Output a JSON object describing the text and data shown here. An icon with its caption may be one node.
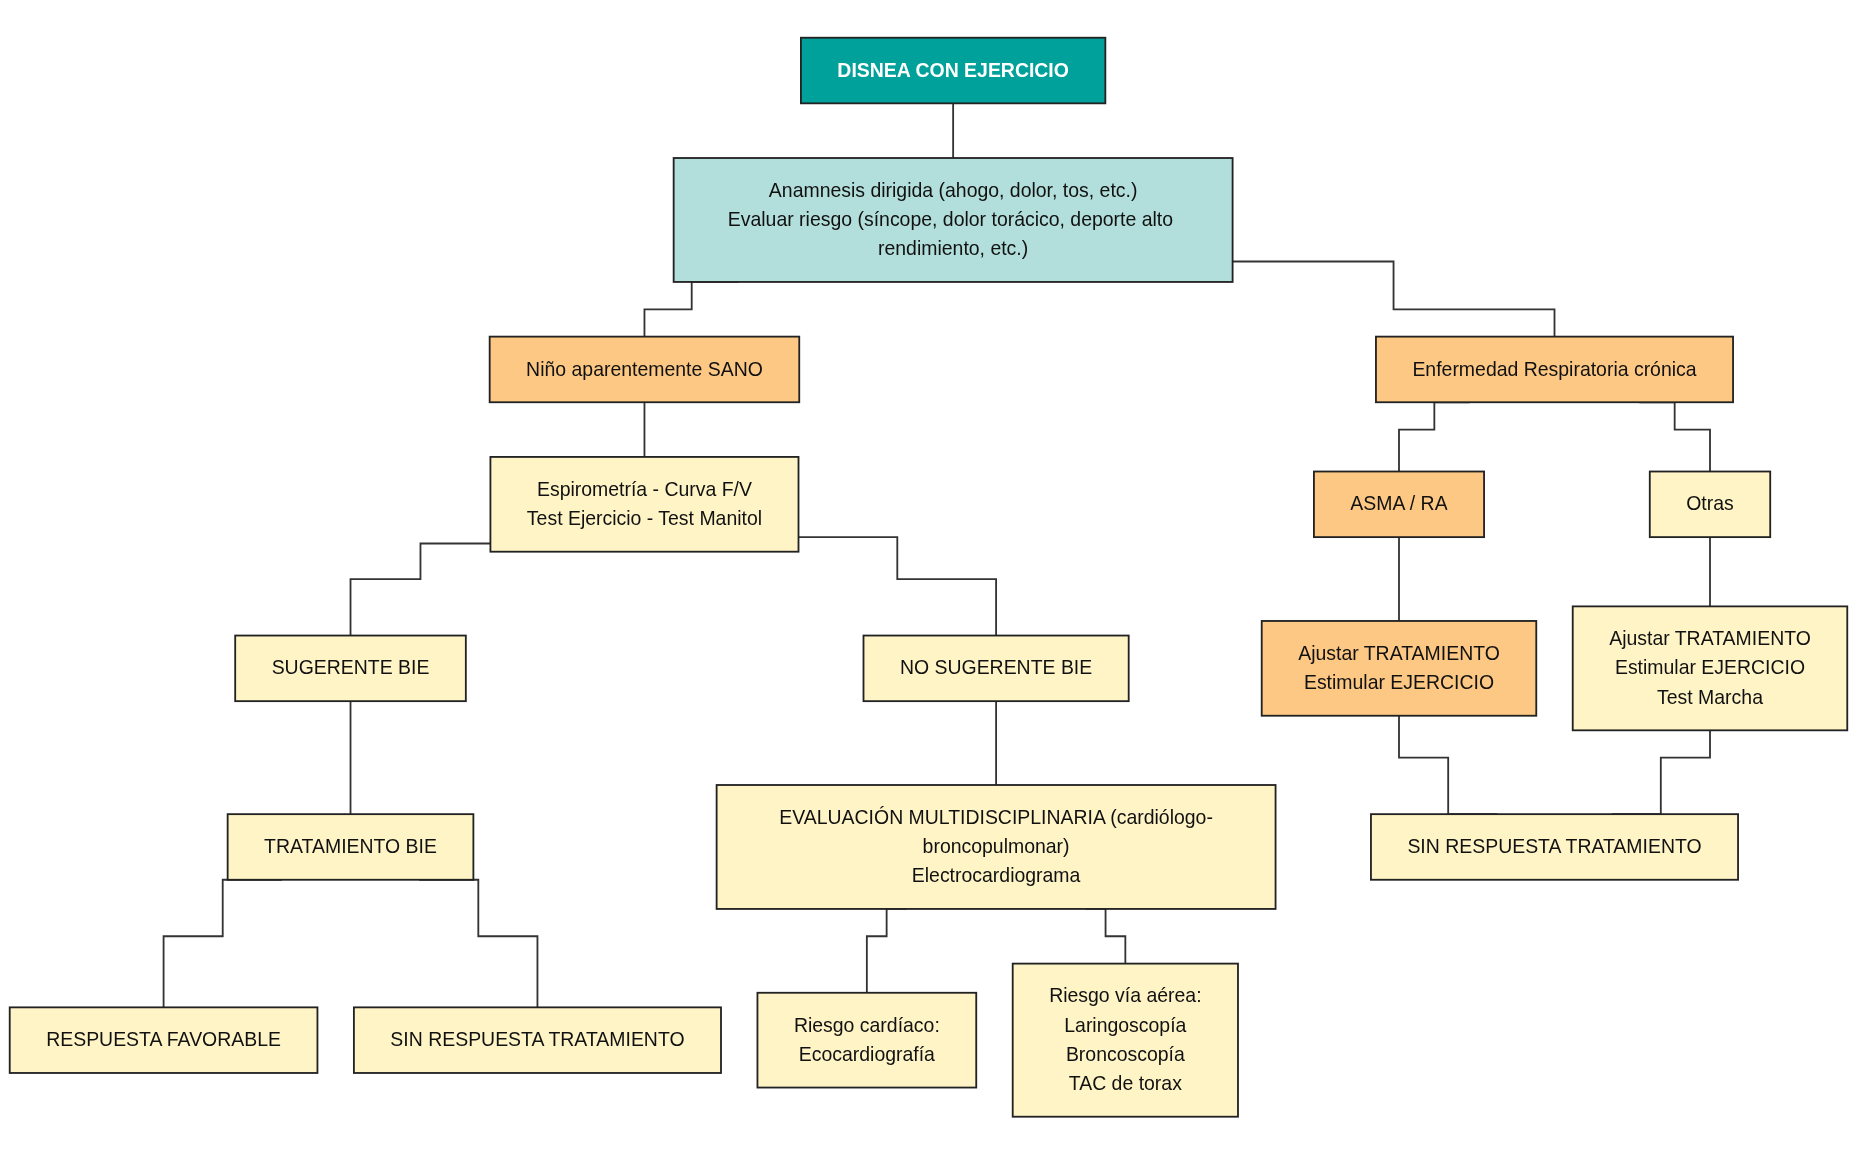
{
  "diagram": {
    "nodes": [
      {
        "text": [
          "DISNEA CON EJERCICIO"
        ]
      },
      {
        "text": [
          "Anamnesis dirigida (ahogo, dolor, tos, etc.)",
          "Evaluar riesgo (síncope, dolor torácico, deporte alto rendimiento, etc.)"
        ]
      },
      {
        "text": [
          "Niño aparentemente SANO"
        ]
      },
      {
        "text": [
          "Enfermedad Respiratoria crónica"
        ]
      },
      {
        "text": [
          "Espirometría - Curva F/V",
          "Test Ejercicio - Test Manitol"
        ]
      },
      {
        "text": [
          "SUGERENTE BIE"
        ]
      },
      {
        "text": [
          "NO SUGERENTE BIE"
        ]
      },
      {
        "text": [
          "TRATAMIENTO BIE"
        ]
      },
      {
        "text": [
          "EVALUACIÓN MULTIDISCIPLINARIA (cardiólogo-broncopulmonar)",
          "Electrocardiograma"
        ]
      },
      {
        "text": [
          "RESPUESTA FAVORABLE"
        ]
      },
      {
        "text": [
          "SIN RESPUESTA TRATAMIENTO"
        ]
      },
      {
        "text": [
          "Riesgo cardíaco:",
          "Ecocardiografía"
        ]
      },
      {
        "text": [
          "Riesgo vía aérea:",
          "Laringoscopía",
          "Broncoscopía",
          "TAC de torax"
        ]
      },
      {
        "text": [
          "ASMA / RA"
        ]
      },
      {
        "text": [
          "Otras"
        ]
      },
      {
        "text": [
          "Ajustar TRATAMIENTO",
          "Estimular EJERCICIO"
        ]
      },
      {
        "text": [
          "Ajustar TRATAMIENTO",
          "Estimular EJERCICIO",
          "Test Marcha"
        ]
      },
      {
        "text": [
          "SIN RESPUESTA TRATAMIENTO"
        ]
      }
    ],
    "edges": [
      {
        "from": 0,
        "to": 1,
        "arrow": "none"
      },
      {
        "from": 1,
        "to": 2,
        "arrow": "none"
      },
      {
        "from": 1,
        "to": 3,
        "arrow": "none"
      },
      {
        "from": 2,
        "to": 4,
        "arrow": "none"
      },
      {
        "from": 4,
        "to": 5,
        "arrow": "none"
      },
      {
        "from": 4,
        "to": 6,
        "arrow": "none"
      },
      {
        "from": 5,
        "to": 7,
        "arrow": "none"
      },
      {
        "from": 6,
        "to": 8,
        "arrow": "none"
      },
      {
        "from": 7,
        "to": 9,
        "arrow": "none"
      },
      {
        "from": 7,
        "to": 10,
        "arrow": "none"
      },
      {
        "from": 8,
        "to": 11,
        "arrow": "none"
      },
      {
        "from": 8,
        "to": 12,
        "arrow": "none"
      },
      {
        "from": 3,
        "to": 13,
        "arrow": "none"
      },
      {
        "from": 3,
        "to": 14,
        "arrow": "none"
      },
      {
        "from": 13,
        "to": 15,
        "arrow": "none"
      },
      {
        "from": 14,
        "to": 16,
        "arrow": "none"
      },
      {
        "from": 15,
        "to": 17,
        "arrow": "none"
      },
      {
        "from": 16,
        "to": 17,
        "arrow": "none"
      }
    ]
  }
}
